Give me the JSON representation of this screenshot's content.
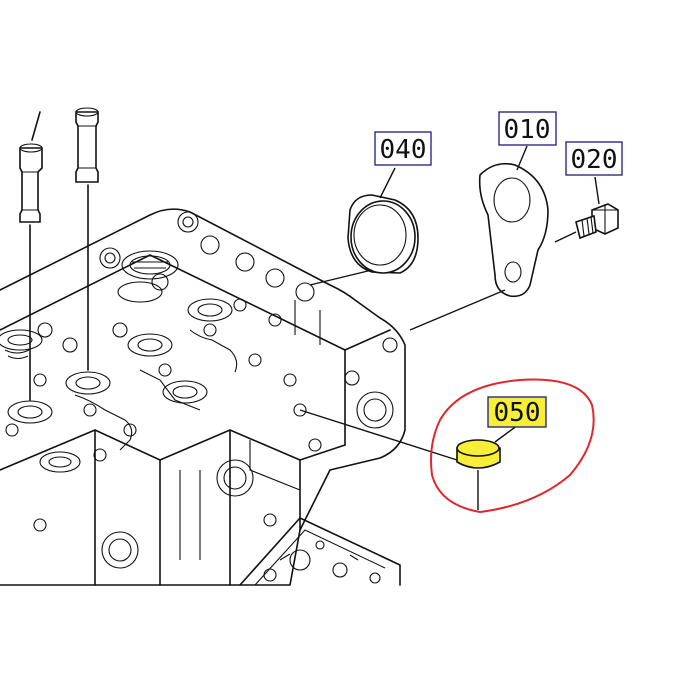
{
  "callouts": {
    "p040": "040",
    "p010": "010",
    "p020": "020",
    "p050": "050"
  },
  "colors": {
    "highlight": "#f7ee38",
    "circle": "#e0262a",
    "label_border": "#1a1a80"
  }
}
